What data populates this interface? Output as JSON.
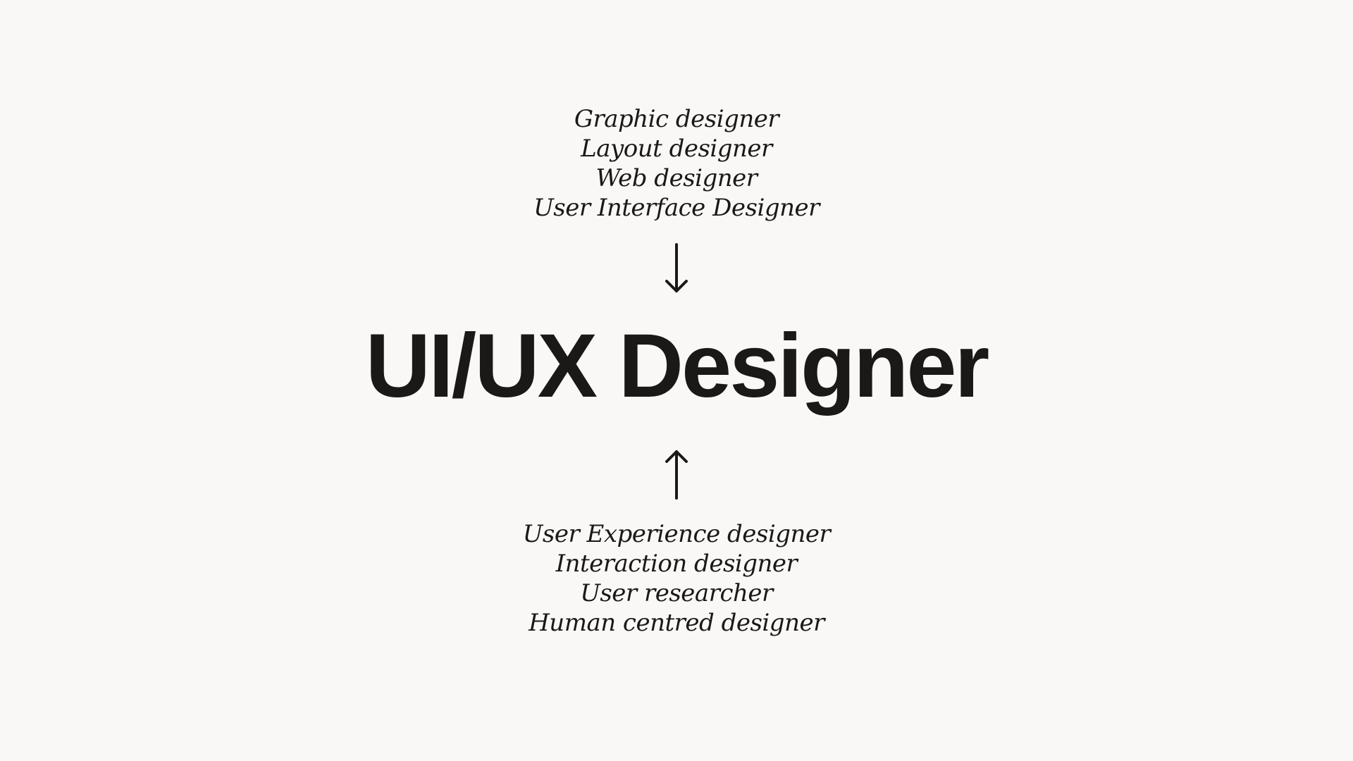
{
  "slide": {
    "background_color": "#f9f8f6",
    "text_color": "#1a1917",
    "top_roles": [
      "Graphic designer",
      "Layout designer",
      "Web designer",
      "User Interface Designer"
    ],
    "top_arrow_icon": "arrow-down-icon",
    "title": "UI/UX Designer",
    "bottom_arrow_icon": "arrow-up-icon",
    "bottom_roles": [
      "User Experience designer",
      "Interaction designer",
      "User researcher",
      "Human centred designer"
    ]
  }
}
